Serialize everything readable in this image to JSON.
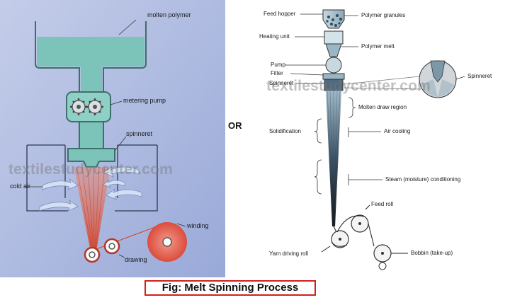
{
  "left": {
    "molten_polymer": "molten polymer",
    "metering_pump": "metering pump",
    "spinneret": "spinneret",
    "cold_air": "cold air",
    "winding": "winding",
    "drawing": "drawing"
  },
  "or_text": "OR",
  "right": {
    "feed_hopper": "Feed hopper",
    "polymer_granules": "Polymer granules",
    "heating_unit": "Heating unit",
    "polymer_melt": "Polymer melt",
    "pump": "Pump",
    "filter": "Filter",
    "spinneret": "Spinneret",
    "spinneret_detail": "Spinneret",
    "molten_draw_region": "Molten draw region",
    "solidification": "Solidification",
    "air_cooling": "Air cooling",
    "steam_conditioning": "Steam (moisture) conditioning",
    "feed_roll": "Feed roll",
    "yarn_driving_roll": "Yarn driving roll",
    "bobbin": "Bobbin (take-up)"
  },
  "watermark": "textilestudycenter.com",
  "caption": "Fig: Melt Spinning Process",
  "colors": {
    "left_bg": "#a9b7dd",
    "polymer_fill": "#7cc3b9",
    "polymer_stroke": "#3f6f6a",
    "fiber_red": "#d9532f",
    "winding_red": "#e0584a",
    "caption_border": "#d0201d"
  }
}
